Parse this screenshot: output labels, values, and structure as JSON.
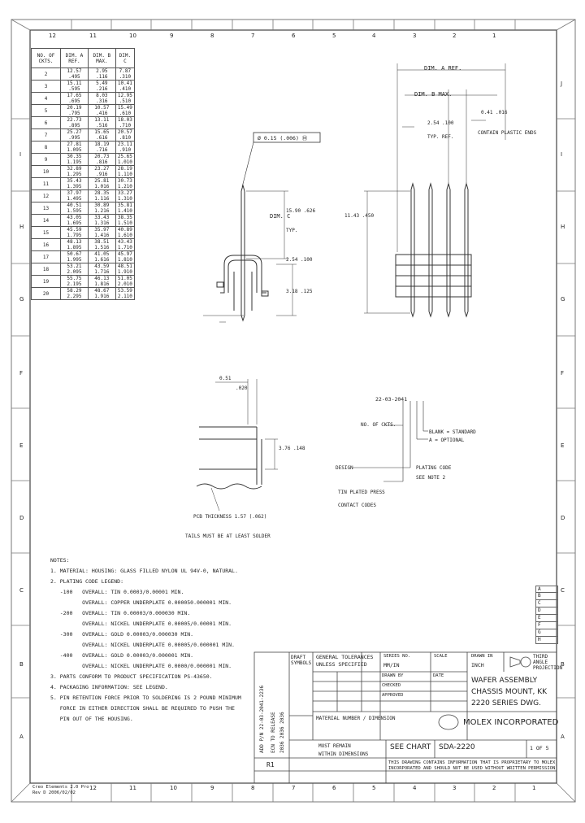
{
  "zones": {
    "top": [
      "12",
      "11",
      "10",
      "9",
      "8",
      "7",
      "6",
      "5",
      "4",
      "3",
      "2",
      "1"
    ],
    "bottom": [
      "12",
      "11",
      "10",
      "9",
      "8",
      "7",
      "6",
      "5",
      "4",
      "3",
      "2",
      "1"
    ],
    "right": [
      "J",
      "I",
      "H",
      "G",
      "F",
      "E",
      "D",
      "C",
      "B",
      "A"
    ],
    "left": [
      "I",
      "H",
      "G",
      "F",
      "E",
      "D",
      "C",
      "B",
      "A"
    ]
  },
  "table": {
    "headers": [
      "NO. OF CKTS.",
      "DIM. A REF.",
      "DIM. B MAX.",
      "DIM. C"
    ],
    "rows": [
      [
        "2",
        "12.57",
        ".495",
        "2.95",
        ".116",
        "7.87",
        ".310"
      ],
      [
        "3",
        "15.11",
        ".595",
        "5.49",
        ".216",
        "10.41",
        ".410"
      ],
      [
        "4",
        "17.65",
        ".695",
        "8.03",
        ".316",
        "12.95",
        ".510"
      ],
      [
        "5",
        "20.19",
        ".795",
        "10.57",
        ".416",
        "15.49",
        ".610"
      ],
      [
        "6",
        "22.73",
        ".895",
        "13.11",
        ".516",
        "18.03",
        ".710"
      ],
      [
        "7",
        "25.27",
        ".995",
        "15.65",
        ".616",
        "20.57",
        ".810"
      ],
      [
        "8",
        "27.81",
        "1.095",
        "18.19",
        ".716",
        "23.11",
        ".910"
      ],
      [
        "9",
        "30.35",
        "1.195",
        "20.73",
        ".816",
        "25.65",
        "1.010"
      ],
      [
        "10",
        "32.89",
        "1.295",
        "23.27",
        ".916",
        "28.19",
        "1.110"
      ],
      [
        "11",
        "35.43",
        "1.395",
        "25.81",
        "1.016",
        "30.73",
        "1.210"
      ],
      [
        "12",
        "37.97",
        "1.495",
        "28.35",
        "1.116",
        "33.27",
        "1.310"
      ],
      [
        "13",
        "40.51",
        "1.595",
        "30.89",
        "1.216",
        "35.81",
        "1.410"
      ],
      [
        "14",
        "43.05",
        "1.695",
        "33.43",
        "1.316",
        "38.35",
        "1.510"
      ],
      [
        "15",
        "45.59",
        "1.795",
        "35.97",
        "1.416",
        "40.89",
        "1.610"
      ],
      [
        "16",
        "48.13",
        "1.895",
        "38.51",
        "1.516",
        "43.43",
        "1.710"
      ],
      [
        "17",
        "50.67",
        "1.995",
        "41.05",
        "1.616",
        "45.97",
        "1.810"
      ],
      [
        "18",
        "53.21",
        "2.095",
        "43.59",
        "1.716",
        "48.51",
        "1.910"
      ],
      [
        "19",
        "55.75",
        "2.195",
        "46.13",
        "1.816",
        "51.05",
        "2.010"
      ],
      [
        "20",
        "58.29",
        "2.295",
        "48.67",
        "1.916",
        "53.59",
        "2.110"
      ]
    ]
  },
  "dims": {
    "dim_a_ref": "DIM. A REF.",
    "dim_b_max": "DIM. B MAX.",
    "tol_frame": "Ø 0.15 (.006) Ⓜ",
    "pin_len": "DIM. C",
    "pin_len_val": "15.90 .626",
    "cl_dim": "0.41 .016",
    "ref_dim": "2.54 .100",
    "typ": "TYP.",
    "typ_ref": "TYP. REF.",
    "plastic_note": "CONTAIN PLASTIC ENDS",
    "tail": "11.43 .450",
    "pcb_note": "PCB THICKNESS 1.57 (.062)",
    "solder_note": "TAILS MUST BE AT LEAST SOLDER",
    "dim_a2": "0.51",
    "dim_a2b": ".020",
    "post": "3.18 .125",
    "post2": "3.76 .148"
  },
  "callout": {
    "pn": "22-03-2041",
    "no_of_ckts": "NO. OF CKTS.",
    "blank": "BLANK = STANDARD",
    "opt": "A = OPTIONAL",
    "design": "DESIGN",
    "plating": "PLATING CODE",
    "see_note": "SEE NOTE 2",
    "press": "TIN PLATED PRESS",
    "cc": "CONTACT CODES"
  },
  "notes": {
    "title": "NOTES:",
    "lines": [
      "1. MATERIAL: HOUSING: GLASS FILLED NYLON UL 94V-0, NATURAL.",
      "2. PLATING CODE LEGEND:",
      "   -100   OVERALL: TIN 0.0003/0.00001 MIN.",
      "          OVERALL: COPPER UNDERPLATE 0.000050.000001 MIN.",
      "   -200   OVERALL: TIN 0.00003/0.000030 MIN.",
      "          OVERALL: NICKEL UNDERPLATE 0.00005/0.00001 MIN.",
      "   -300   OVERALL: GOLD 0.00003/0.000030 MIN.",
      "          OVERALL: NICKEL UNDERPLATE 0.00005/0.000001 MIN.",
      "   -400   OVERALL: GOLD 0.00003/0.000001 MIN.",
      "          OVERALL: NICKEL UNDERPLATE 0.0000/0.000001 MIN.",
      "3. PARTS CONFORM TO PRODUCT SPECIFICATION PS-43650.",
      "4. PACKAGING INFORMATION: SEE LEGEND.",
      "5. PIN RETENTION FORCE PRIOR TO SOLDERING IS 2 POUND MINIMUM",
      "   FORCE IN EITHER DIRECTION SHALL BE REQUIRED TO PUSH THE",
      "   PIN OUT OF THE HOUSING."
    ]
  },
  "title_block": {
    "general_tol": "GENERAL TOLERANCES",
    "unless": "UNLESS SPECIFIED",
    "mm": "MM/IN",
    "scale": "SCALE",
    "drawn_in": "DRAWN IN",
    "inch": "INCH",
    "third_angle": "THIRD ANGLE PROJECTION",
    "title1": "WAFER ASSEMBLY",
    "title2": "CHASSIS MOUNT, KK",
    "title3": "2220 SERIES DWG.",
    "company": "MOLEX INCORPORATED",
    "see_chart": "SEE CHART",
    "doc": "SDA-2220",
    "sheet": "1 OF 5",
    "prop1": "THIS DRAWING CONTAINS INFORMATION THAT IS PROPRIETARY TO MOLEX",
    "prop2": "INCORPORATED AND SHOULD NOT BE USED WITHOUT WRITTEN PERMISSION",
    "rev_letter": "R1",
    "material": "MATERIAL NUMBER / DIMENSION",
    "must_remain": "MUST REMAIN",
    "within": "WITHIN DIMENSIONS",
    "drawn_by": "DRAWN BY",
    "checked": "CHECKED",
    "approved": "APPROVED",
    "sym": "DRAFT SYMBOLS",
    "series": "SERIES NO.",
    "date": "DATE",
    "footer_left": "Creo Elements 2.0 Pro",
    "footer_left2": "Rev D 2006/02/02",
    "rev_side": [
      "A",
      "B",
      "C",
      "D",
      "E",
      "F",
      "G",
      "H"
    ],
    "ecn": "2036  2036  2036",
    "side_text1": "ADD P/N 22-03-2041-2236",
    "side_text2": "ECN TO RELEASE"
  }
}
